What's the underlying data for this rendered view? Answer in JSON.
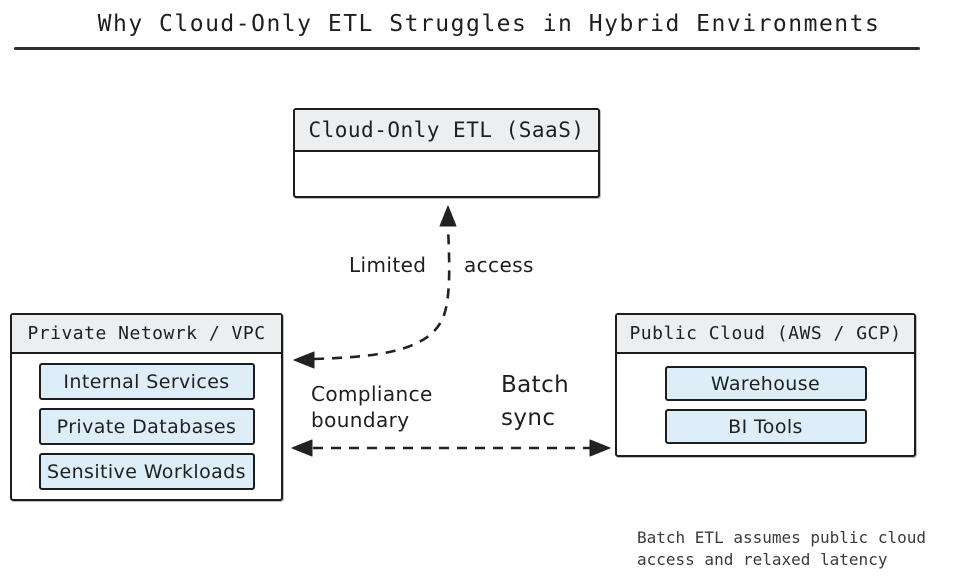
{
  "title": "Why Cloud-Only ETL Struggles in Hybrid Environments",
  "colors": {
    "accent_header_fill": "#eceef0",
    "item_fill": "#ddeef9",
    "border": "#1d1d1d",
    "ink": "#1f1f1f",
    "note_ink": "#3a3a3a"
  },
  "nodes": {
    "etl": {
      "title": "Cloud-Only ETL (SaaS)"
    },
    "private_network": {
      "title": "Private Netowrk / VPC",
      "items": [
        "Internal Services",
        "Private Databases",
        "Sensitive Workloads"
      ]
    },
    "public_cloud": {
      "title": "Public Cloud (AWS / GCP)",
      "items": [
        "Warehouse",
        "BI Tools"
      ]
    }
  },
  "arrows": {
    "limited_access": {
      "word1": "Limited",
      "word2": "access"
    },
    "compliance_boundary": {
      "line1": "Compliance",
      "line2": "boundary"
    },
    "batch_sync": {
      "line1": "Batch",
      "line2": "sync"
    }
  },
  "note": {
    "line1": "Batch ETL assumes public cloud",
    "line2": "access and relaxed latency"
  }
}
